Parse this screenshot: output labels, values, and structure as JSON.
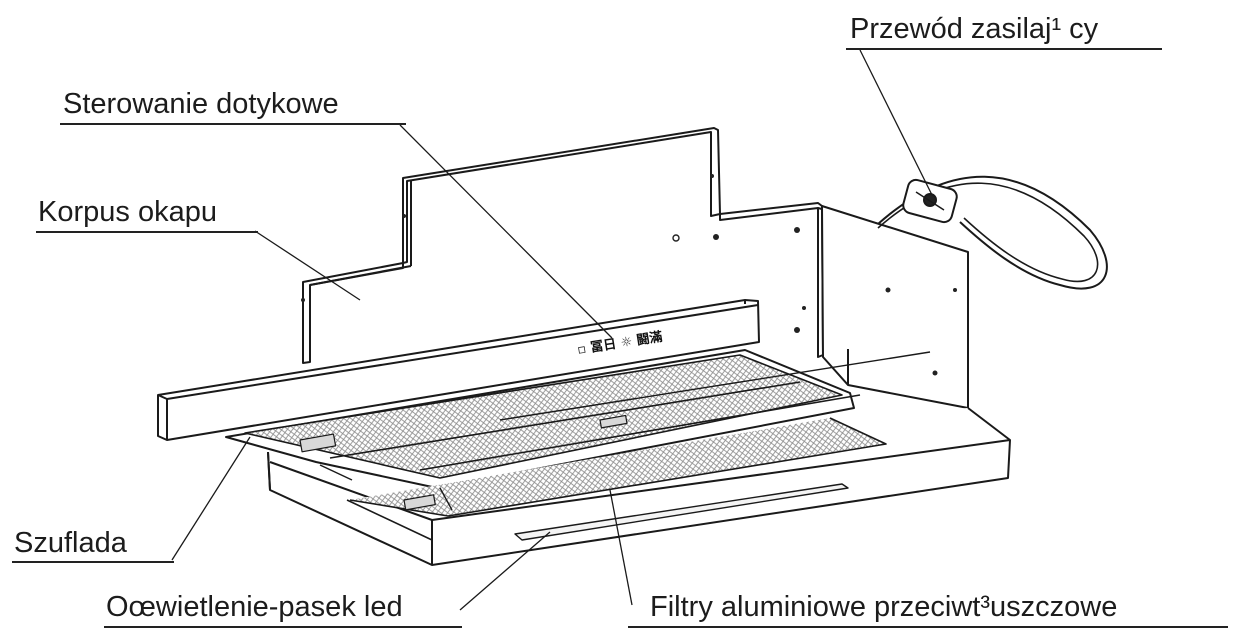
{
  "labels": {
    "power_cord": "Przewód zasilaj¹ cy",
    "touch_control": "Sterowanie dotykowe",
    "hood_body": "Korpus okapu",
    "drawer": "Szuflada",
    "led_strip": "Oœwietlenie-pasek led",
    "filters": "Filtry aluminiowe przeciwt³uszczowe"
  },
  "control_panel": {
    "text": "▫ 冨日 ☼ 闘滿"
  },
  "colors": {
    "line": "#1a1a1a",
    "mesh": "#9a9a9a",
    "background": "#ffffff"
  }
}
